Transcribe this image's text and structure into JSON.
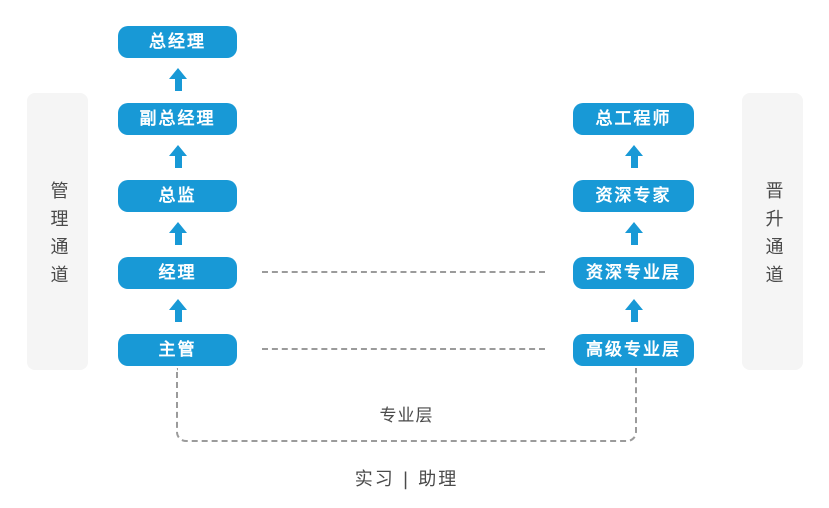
{
  "palette": {
    "accent": "#1899d6",
    "panel_bg": "#f5f5f5",
    "text_dark": "#4a4a4a",
    "dash": "#9b9b9b",
    "node_text": "#ffffff"
  },
  "left_channel": {
    "label": "管理通道",
    "levels": [
      "总经理",
      "副总经理",
      "总监",
      "经理",
      "主管"
    ]
  },
  "right_channel": {
    "label": "晋升通道",
    "levels": [
      "总工程师",
      "资深专家",
      "资深专业层",
      "高级专业层"
    ]
  },
  "bottom": {
    "bracket_label": "专业层",
    "base_label": "实习 | 助理"
  }
}
